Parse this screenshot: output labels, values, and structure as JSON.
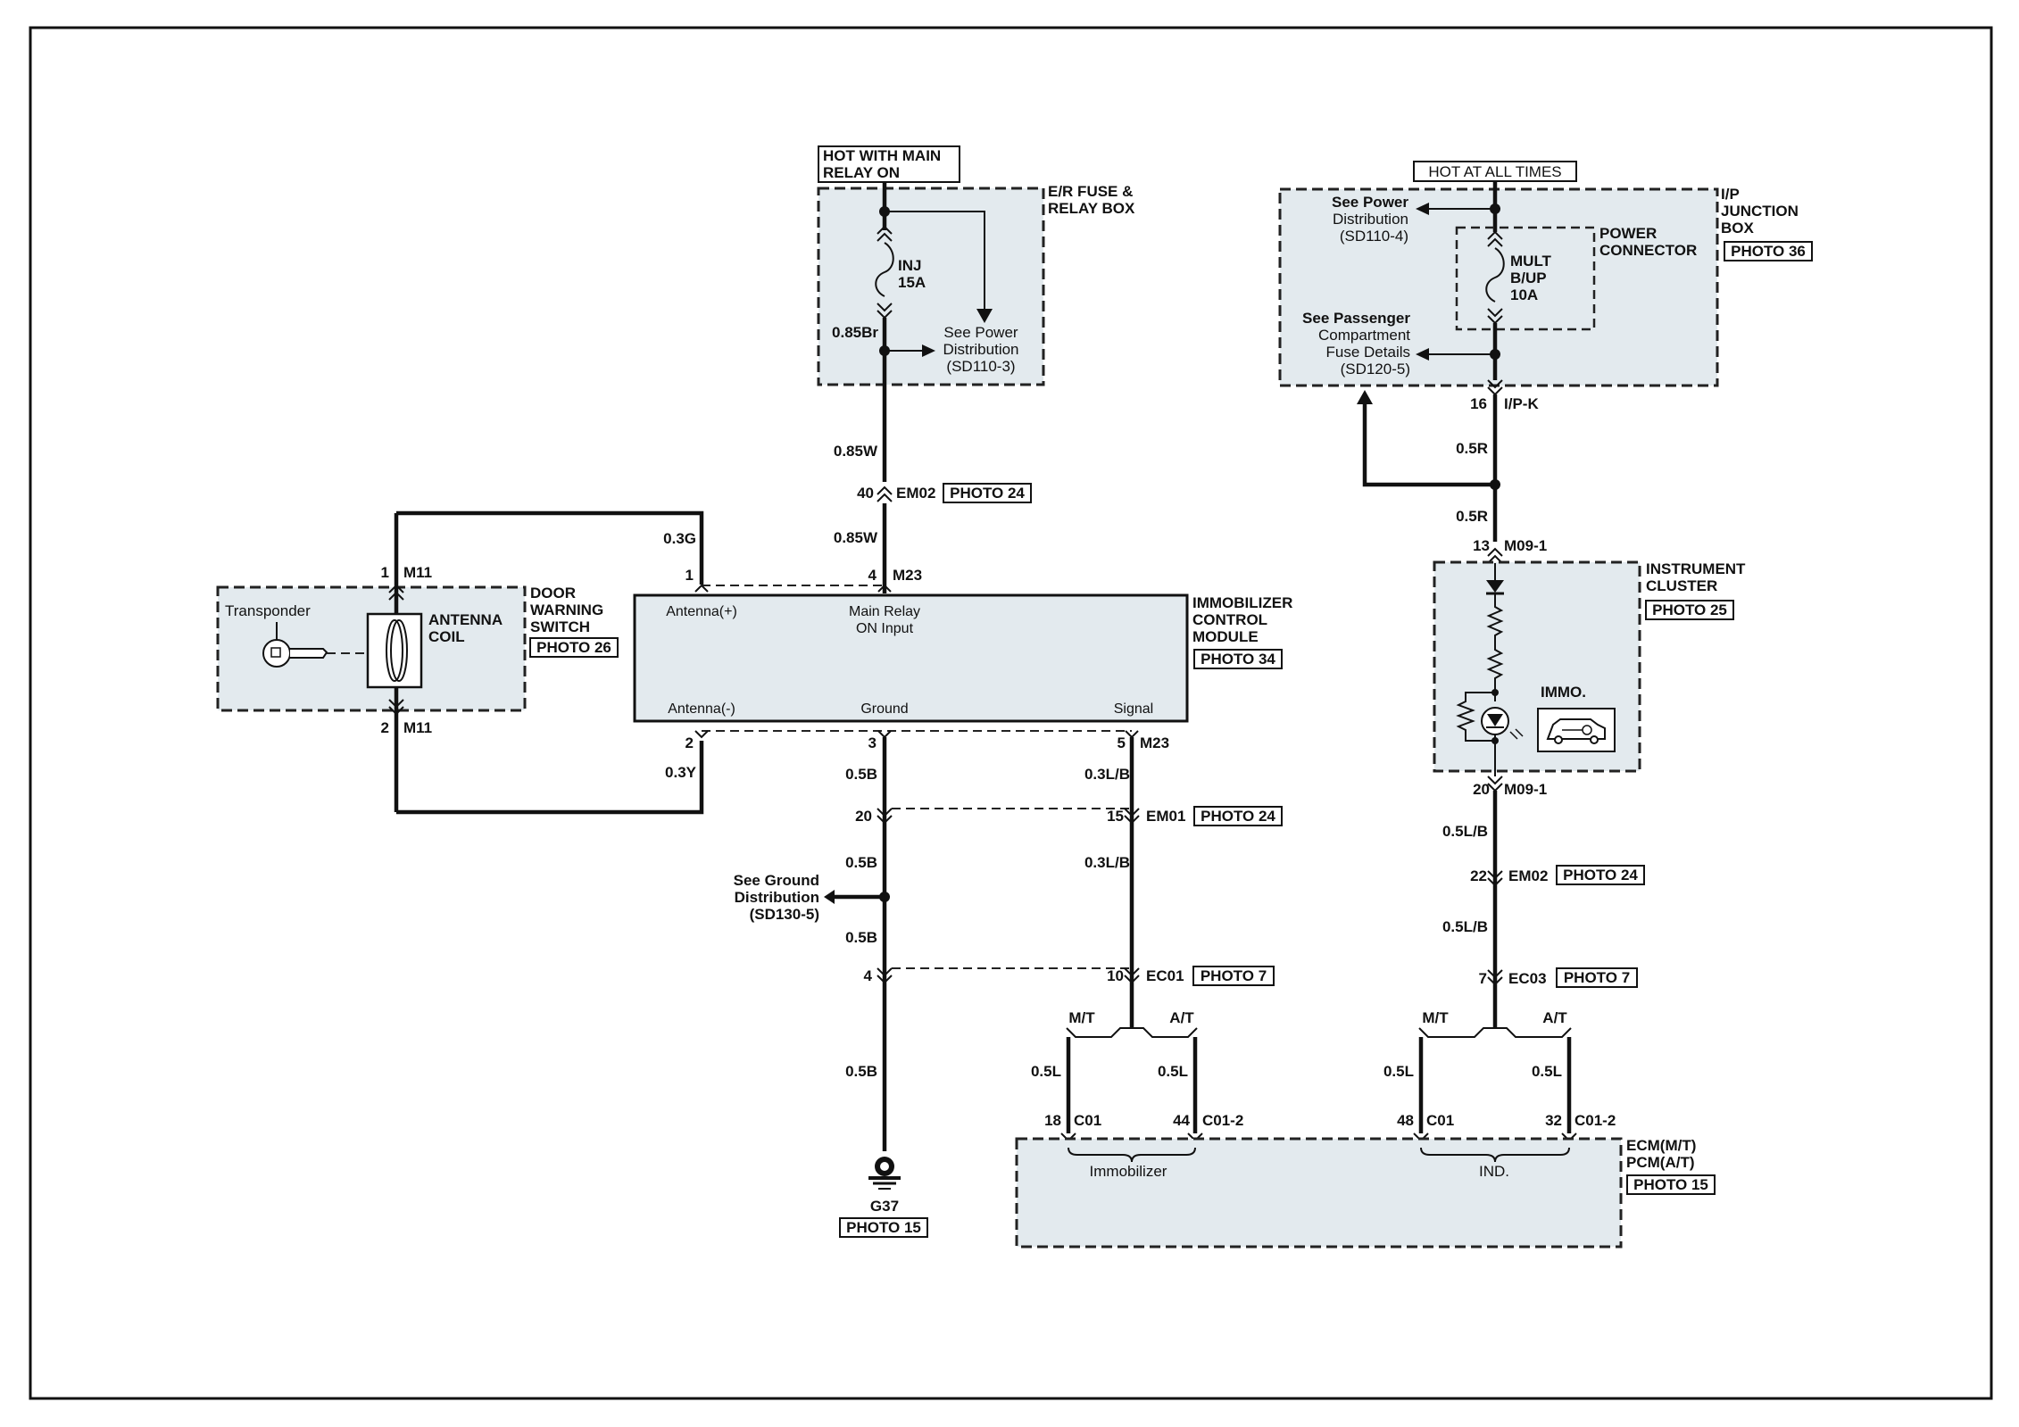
{
  "colors": {
    "module_fill": "#e3eaee",
    "line": "#111111"
  },
  "sources": {
    "hot_main_relay": [
      "HOT WITH MAIN",
      "RELAY ON"
    ],
    "hot_all_times": "HOT AT ALL TIMES"
  },
  "er_fuse_box": {
    "title": [
      "E/R FUSE &",
      "RELAY BOX"
    ],
    "fuse": [
      "INJ",
      "15A"
    ],
    "wire": "0.85Br",
    "see": [
      "See Power",
      "Distribution",
      "(SD110-3)"
    ]
  },
  "ip_junction_box": {
    "title": [
      "I/P",
      "JUNCTION",
      "BOX"
    ],
    "photo": "PHOTO 36",
    "see_top": [
      "See Power",
      "Distribution",
      "(SD110-4)"
    ],
    "power_connector": [
      "POWER",
      "CONNECTOR"
    ],
    "fuse": [
      "MULT",
      "B/UP",
      "10A"
    ],
    "see_bottom": [
      "See Passenger",
      "Compartment",
      "Fuse Details",
      "(SD120-5)"
    ],
    "pin": "16",
    "connector": "I/P-K"
  },
  "door_switch": {
    "title": [
      "DOOR",
      "WARNING",
      "SWITCH"
    ],
    "photo": "PHOTO 26",
    "transponder": "Transponder",
    "antenna_coil": [
      "ANTENNA",
      "COIL"
    ],
    "pin_top": "1",
    "conn_top": "M11",
    "pin_bottom": "2",
    "conn_bottom": "M11"
  },
  "icm": {
    "title": [
      "IMMOBILIZER",
      "CONTROL",
      "MODULE"
    ],
    "photo": "PHOTO 34",
    "antenna_pos": "Antenna(+)",
    "main_relay": [
      "Main Relay",
      "ON Input"
    ],
    "antenna_neg": "Antenna(-)",
    "ground": "Ground",
    "signal": "Signal",
    "pin1": "1",
    "pin4": "4",
    "conn_top": "M23",
    "pin2": "2",
    "pin3": "3",
    "pin5": "5",
    "conn_bottom": "M23"
  },
  "wires": {
    "w_085w_a": "0.85W",
    "em02_pin": "40",
    "em02": "EM02",
    "em02_photo": "PHOTO 24",
    "w_085w_b": "0.85W",
    "w_03g": "0.3G",
    "w_03y": "0.3Y",
    "w_05b_1": "0.5B",
    "em01_gnd_pin": "20",
    "w_05b_2": "0.5B",
    "see_ground": [
      "See Ground",
      "Distribution",
      "(SD130-5)"
    ],
    "w_05b_3": "0.5B",
    "ec01_gnd_pin": "4",
    "w_05b_4": "0.5B",
    "ground": "G37",
    "ground_photo": "PHOTO 15",
    "w_03lb_1": "0.3L/B",
    "em01_pin": "15",
    "em01": "EM01",
    "em01_photo": "PHOTO 24",
    "w_03lb_2": "0.3L/B",
    "ec01_pin": "10",
    "ec01": "EC01",
    "ec01_photo": "PHOTO 7",
    "mt": "M/T",
    "at": "A/T",
    "w_05l": "0.5L"
  },
  "right_chain": {
    "w_05r_1": "0.5R",
    "w_05r_2": "0.5R",
    "m09_pin_top": "13",
    "m09": "M09-1",
    "cluster_title": [
      "INSTRUMENT",
      "CLUSTER"
    ],
    "cluster_photo": "PHOTO 25",
    "immo": "IMMO.",
    "m09_pin_bottom": "20",
    "w_05lb_1": "0.5L/B",
    "em02_pin": "22",
    "em02": "EM02",
    "em02_photo": "PHOTO 24",
    "w_05lb_2": "0.5L/B",
    "ec03_pin": "7",
    "ec03": "EC03",
    "ec03_photo": "PHOTO 7"
  },
  "ecm": {
    "title": [
      "ECM(M/T)",
      "PCM(A/T)"
    ],
    "photo": "PHOTO 15",
    "p18": "18",
    "c01_a": "C01",
    "p44": "44",
    "c012_a": "C01-2",
    "p48": "48",
    "c01_b": "C01",
    "p32": "32",
    "c012_b": "C01-2",
    "immobilizer": "Immobilizer",
    "ind": "IND."
  }
}
